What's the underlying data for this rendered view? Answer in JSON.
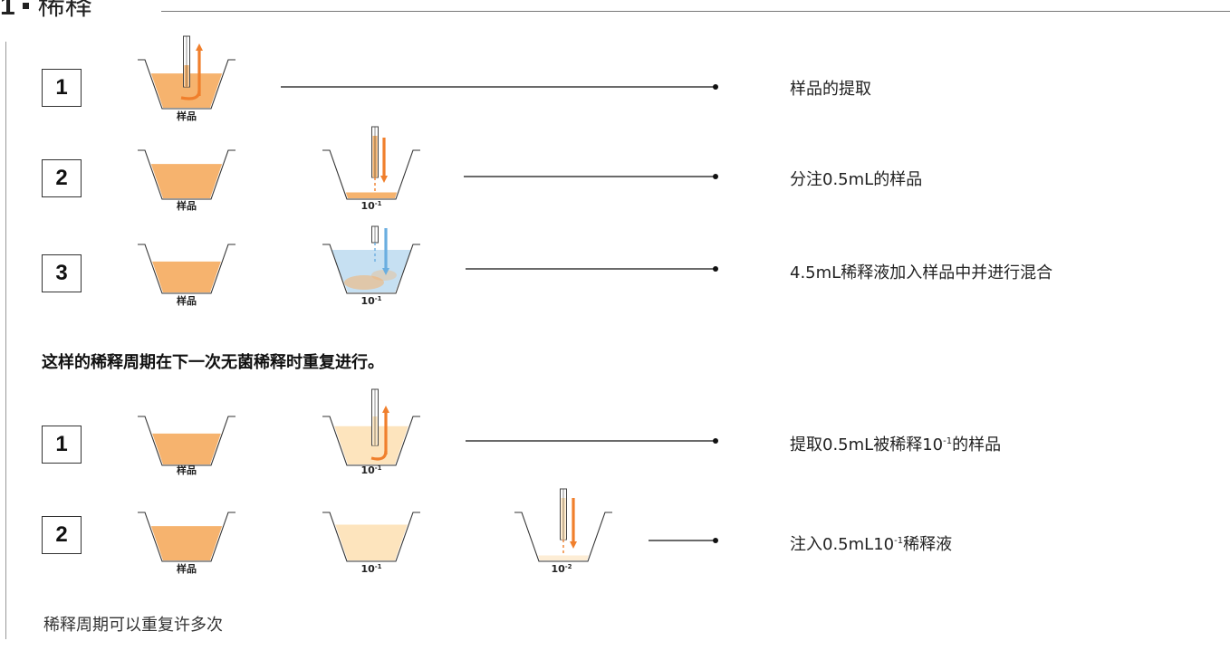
{
  "header": {
    "number": "1",
    "title": "稀释"
  },
  "rows": [
    {
      "step": "1",
      "description": "样品的提取"
    },
    {
      "step": "2",
      "description": "分注0.5mL的样品"
    },
    {
      "step": "3",
      "description": "4.5mL稀释液加入样品中并进行混合"
    },
    {
      "step": "1",
      "desc_before": "提取0.5mL被稀释10",
      "desc_sup": "-1",
      "desc_after": "的样品"
    },
    {
      "step": "2",
      "desc_before": "注入0.5mL10",
      "desc_sup": "-1",
      "desc_after": "稀释液"
    }
  ],
  "repeat_note": "这样的稀释周期在下一次无菌稀释时重复进行。",
  "footer_note": "稀释周期可以重复许多次",
  "labels": {
    "sample": "样品",
    "d1_base": "10",
    "d1_exp": "-1",
    "d2_base": "10",
    "d2_exp": "-2"
  },
  "colors": {
    "sample": "#f6b36e",
    "diluted": "#fde4bd",
    "diluted2": "#fdedd5",
    "diluent": "#b8d8ef",
    "orange_arrow": "#f07f2c",
    "blue_arrow": "#6aaee0",
    "line": "#111111"
  }
}
